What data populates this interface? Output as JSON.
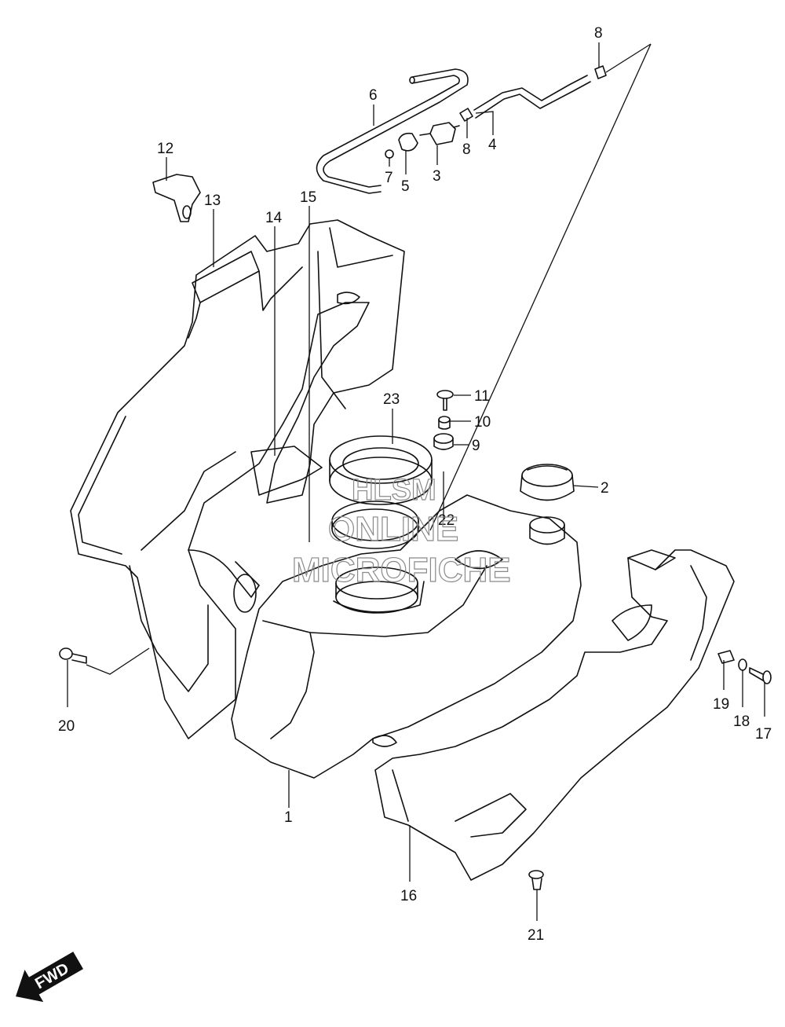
{
  "callouts": [
    {
      "label": "1"
    },
    {
      "label": "2"
    },
    {
      "label": "3"
    },
    {
      "label": "4"
    },
    {
      "label": "5"
    },
    {
      "label": "6"
    },
    {
      "label": "7"
    },
    {
      "label": "8"
    },
    {
      "label": "8"
    },
    {
      "label": "9"
    },
    {
      "label": "10"
    },
    {
      "label": "11"
    },
    {
      "label": "12"
    },
    {
      "label": "13"
    },
    {
      "label": "14"
    },
    {
      "label": "15"
    },
    {
      "label": "16"
    },
    {
      "label": "17"
    },
    {
      "label": "18"
    },
    {
      "label": "19"
    },
    {
      "label": "20"
    },
    {
      "label": "21"
    },
    {
      "label": "22"
    },
    {
      "label": "23"
    }
  ],
  "watermark": {
    "line1": "HLSM",
    "line2": "ONLINE",
    "line3": "MICROFICHE"
  },
  "direction_arrow": {
    "label": "FWD",
    "icon": "fwd-arrow-icon"
  },
  "colors": {
    "line": "#111111",
    "watermark": "#8a8a8a",
    "background": "#ffffff"
  }
}
